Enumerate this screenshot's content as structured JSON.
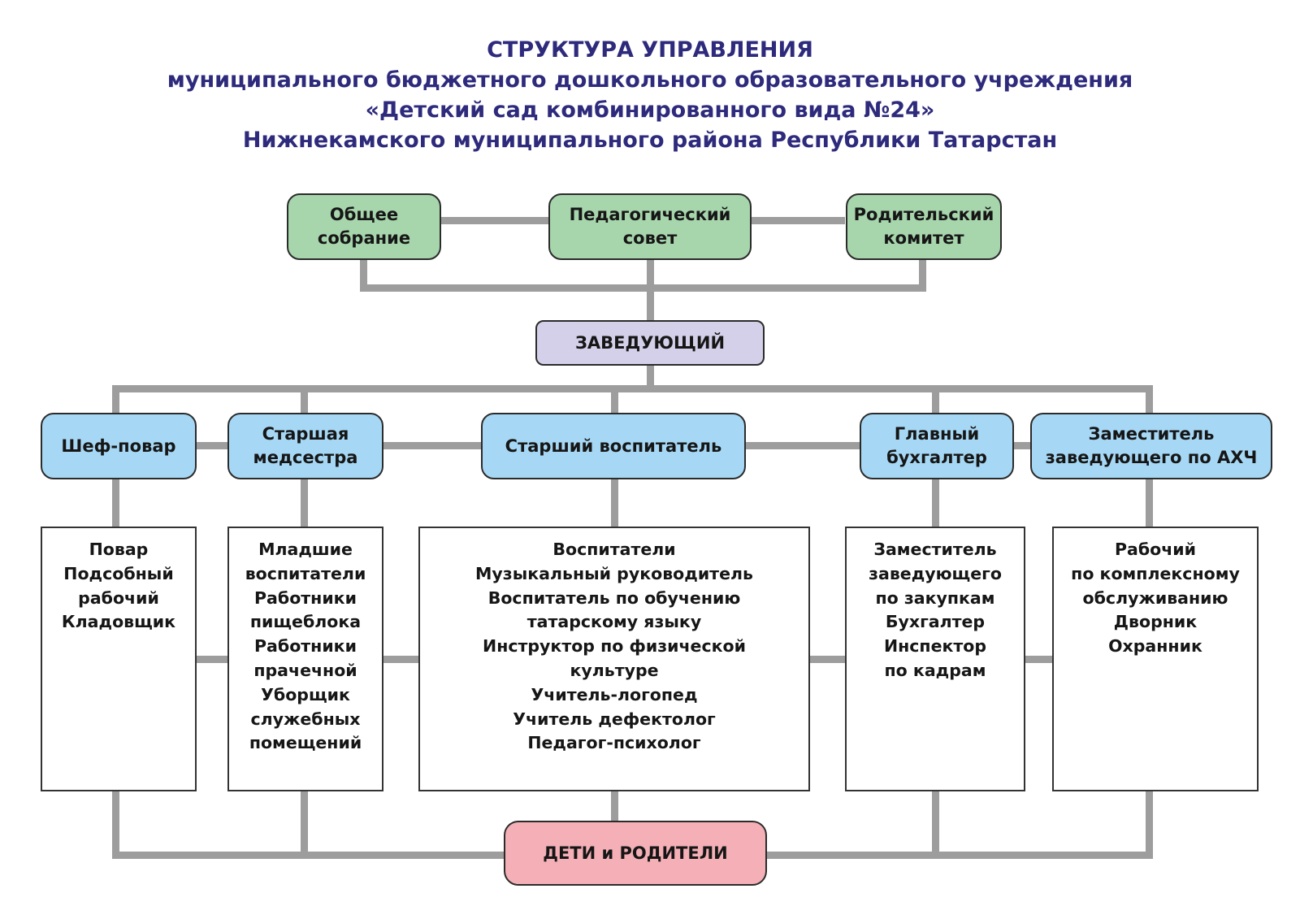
{
  "title": {
    "line1": "СТРУКТУРА УПРАВЛЕНИЯ",
    "line2": "муниципального бюджетного дошкольного образовательного учреждения",
    "line3": "«Детский сад комбинированного вида №24»",
    "line4": "Нижнекамского муниципального района Республики Татарстан"
  },
  "colors": {
    "title": "#2e2a7c",
    "council": "#a7d5ac",
    "head": "#d4d0e9",
    "department": "#a6d8f5",
    "children_parents": "#f4b0b6",
    "connector": "#9d9d9d"
  },
  "councils": [
    {
      "label": "Общее\nсобрание"
    },
    {
      "label": "Педагогический\nсовет"
    },
    {
      "label": "Родительский\nкомитет"
    }
  ],
  "head": {
    "label": "ЗАВЕДУЮЩИЙ"
  },
  "departments": [
    {
      "label": "Шеф-повар",
      "staff": [
        "Повар",
        "Подсобный",
        "рабочий",
        "Кладовщик"
      ]
    },
    {
      "label": "Старшая\nмедсестра",
      "staff": [
        "Младшие",
        "воспитатели",
        "Работники",
        "пищеблока",
        "Работники",
        "прачечной",
        "Уборщик",
        "служебных",
        "помещений"
      ]
    },
    {
      "label": "Старший воспитатель",
      "staff": [
        "Воспитатели",
        "Музыкальный руководитель",
        "Воспитатель по обучению",
        "татарскому языку",
        "Инструктор по физической",
        "культуре",
        "Учитель-логопед",
        "Учитель дефектолог",
        "Педагог-психолог"
      ]
    },
    {
      "label": "Главный\nбухгалтер",
      "staff": [
        "Заместитель",
        "заведующего",
        "по закупкам",
        "Бухгалтер",
        "Инспектор",
        "по кадрам"
      ]
    },
    {
      "label": "Заместитель\nзаведующего по АХЧ",
      "staff": [
        "Рабочий",
        "по комплексному",
        "обслуживанию",
        "Дворник",
        "Охранник"
      ]
    }
  ],
  "bottom": {
    "label": "ДЕТИ и РОДИТЕЛИ"
  }
}
